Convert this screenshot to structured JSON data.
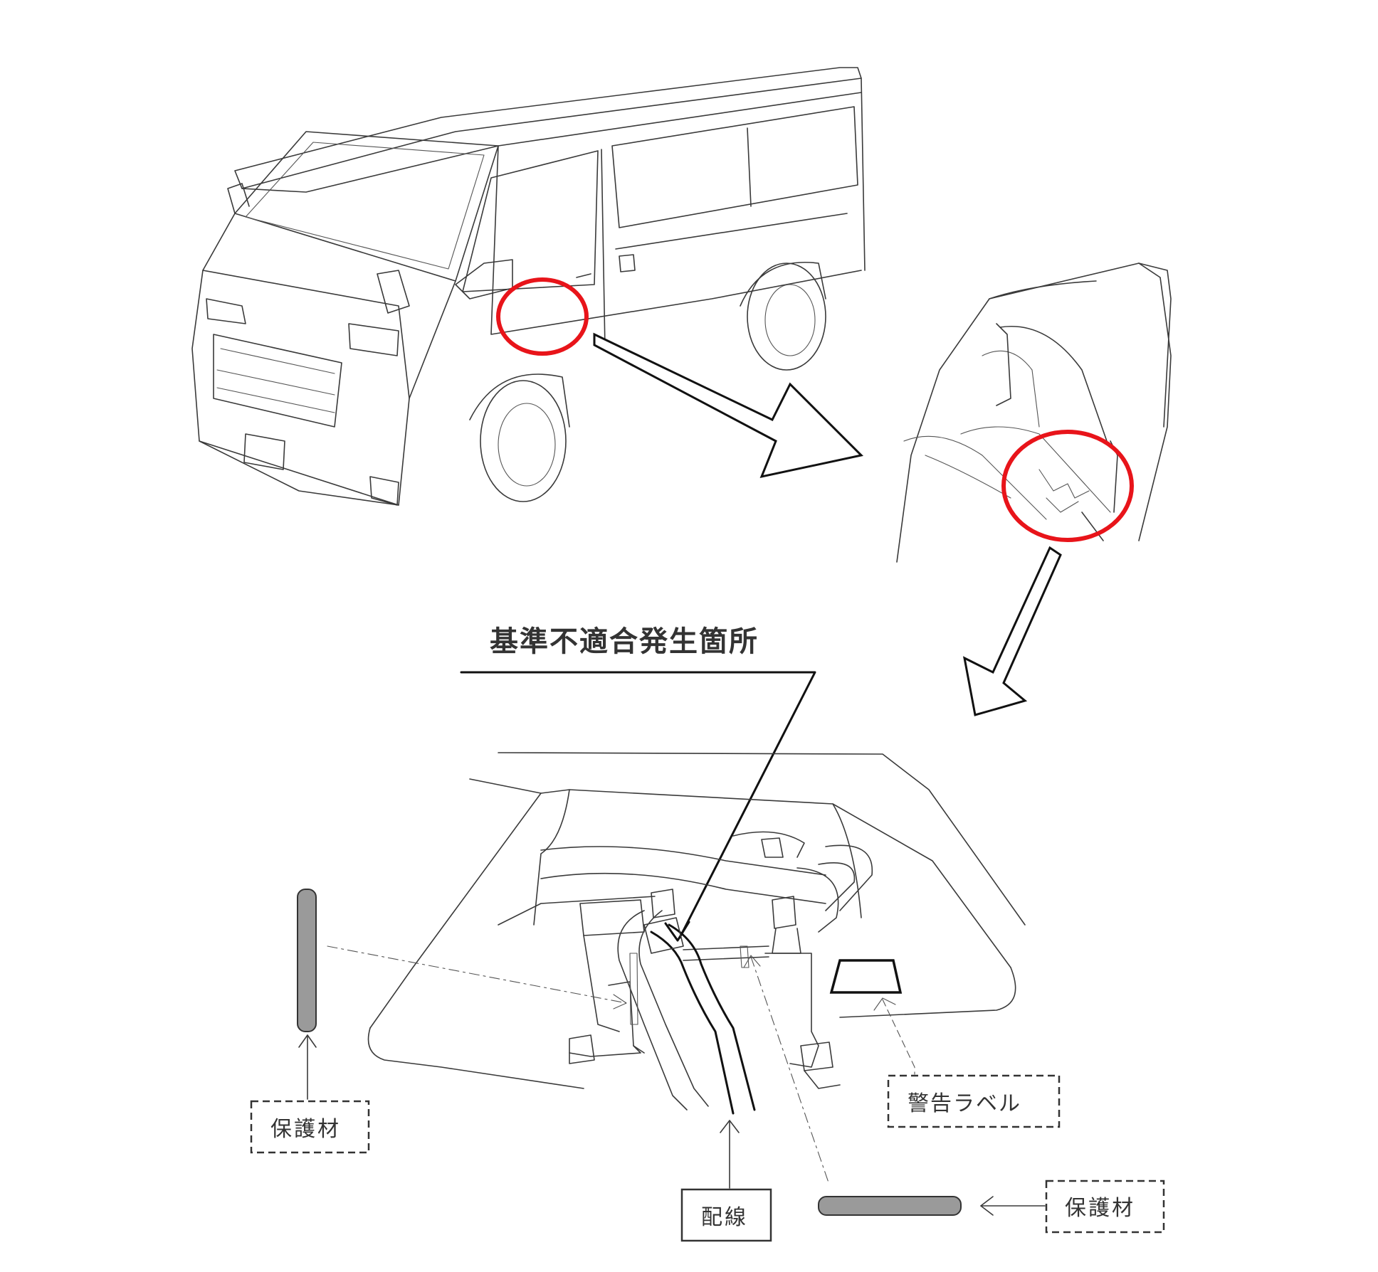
{
  "callout": {
    "nonconformity_location": "基準不適合発生箇所"
  },
  "labels": {
    "protector_left": "保護材",
    "protector_right": "保護材",
    "wiring": "配線",
    "warning_label": "警告ラベル"
  },
  "colors": {
    "highlight_ring": "#e8141a",
    "line_art": "#3a3a3a",
    "protector_fill": "#9a9a9a"
  },
  "icons": {
    "zoom_arrow": "block-arrow",
    "pointer": "arrow-head"
  }
}
